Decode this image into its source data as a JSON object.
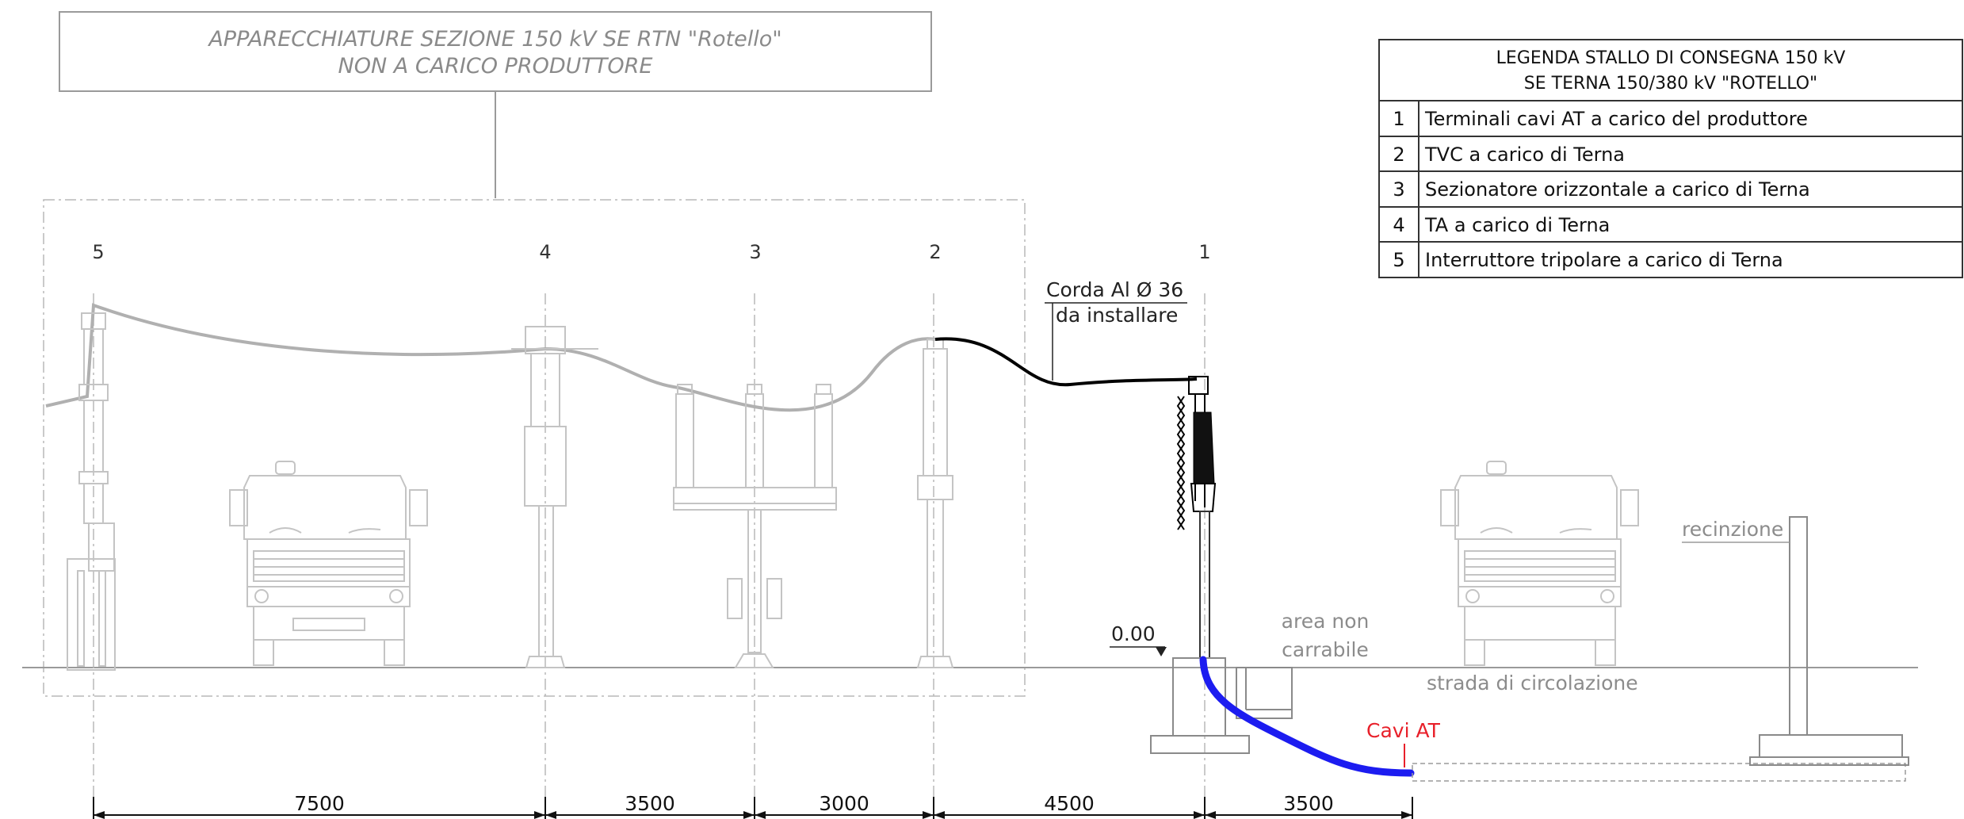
{
  "title_box": {
    "line1": "APPARECCHIATURE SEZIONE 150 kV SE RTN \"Rotello\"",
    "line2": "NON A CARICO PRODUTTORE"
  },
  "legend": {
    "header_line1": "LEGENDA  STALLO DI CONSEGNA 150 kV",
    "header_line2": "SE TERNA 150/380 kV \"ROTELLO\"",
    "rows": [
      {
        "num": "1",
        "text": "Terminali cavi AT a carico del produttore"
      },
      {
        "num": "2",
        "text": "TVC a carico di Terna"
      },
      {
        "num": "3",
        "text": "Sezionatore orizzontale  a carico di Terna"
      },
      {
        "num": "4",
        "text": "TA a carico di Terna"
      },
      {
        "num": "5",
        "text": "Interruttore tripolare  a carico di Terna"
      }
    ]
  },
  "equipment_numbers": [
    "5",
    "4",
    "3",
    "2",
    "1"
  ],
  "annotations": {
    "cable_line1": "Corda Al Ø 36",
    "cable_line2": "da installare",
    "level": "0.00",
    "area_line1": "area non",
    "area_line2": "carrabile",
    "fence": "recinzione",
    "road": "strada di circolazione",
    "hv_cables": "Cavi AT"
  },
  "dimensions": [
    "7500",
    "3500",
    "3000",
    "4500",
    "3500"
  ],
  "colors": {
    "cable_blue": "#1c1cf0",
    "cavi_at_red": "#e8202a",
    "equipment_grey": "#c4c4c4",
    "conductor_black": "#000000"
  }
}
